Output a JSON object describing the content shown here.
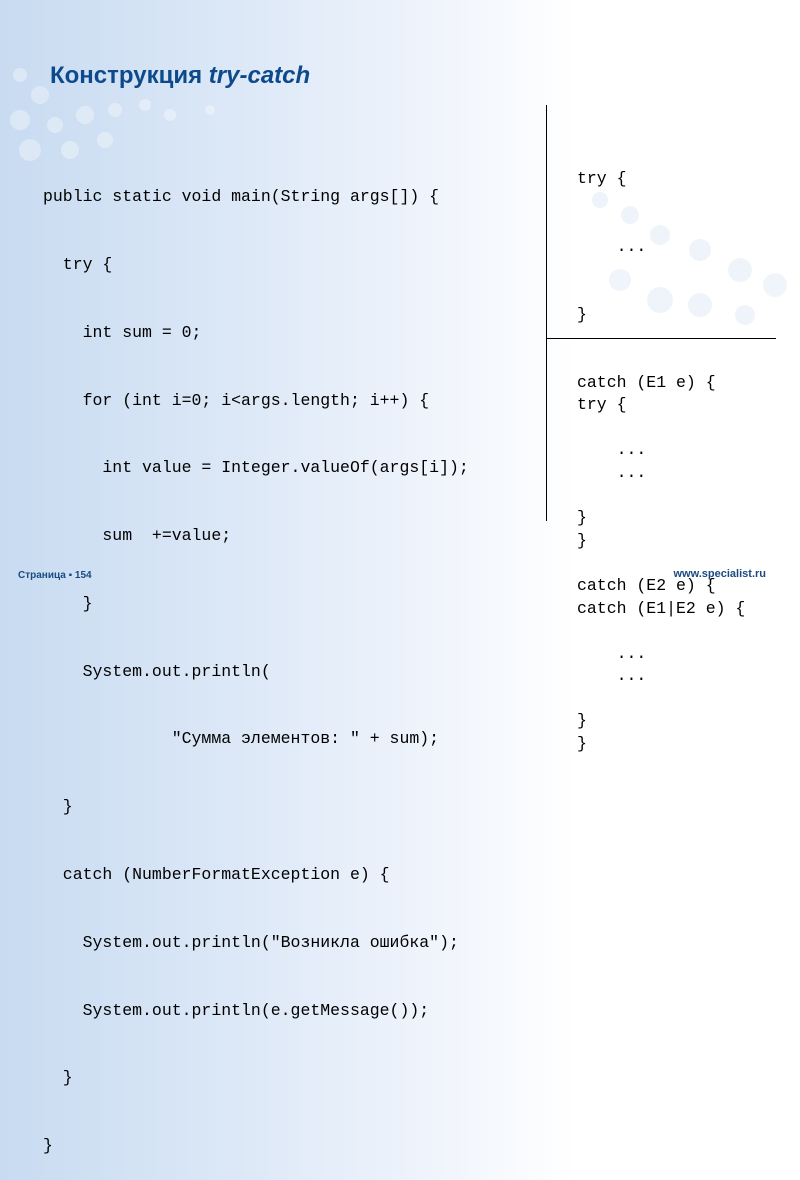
{
  "slide": {
    "title": {
      "prefix": "Конструкция ",
      "emphasis": "try-catch"
    },
    "main_code": [
      "public static void main(String args[]) {",
      "  try {",
      "    int sum = 0;",
      "    for (int i=0; i<args.length; i++) {",
      "      int value = Integer.valueOf(args[i]);",
      "      sum  +=value;",
      "    }",
      "    System.out.println(",
      "             \"Сумма элементов: \" + sum);",
      "  }",
      "  catch (NumberFormatException e) {",
      "    System.out.println(\"Возникла ошибка\");",
      "    System.out.println(e.getMessage());",
      "  }",
      "}"
    ],
    "side_code_multi_catch": [
      "try {",
      "    ...",
      "}",
      "catch (E1 e) {",
      "    ...",
      "}",
      "catch (E2 e) {",
      "    ...",
      "}"
    ],
    "side_code_union_catch": [
      "try {",
      "    ...",
      "}",
      "catch (E1|E2 e) {",
      "    ...",
      "}"
    ]
  },
  "footer": {
    "page_label": "Страница ▪ 154",
    "website": "www.specialist.ru"
  },
  "colors": {
    "title": "#0d4a8c",
    "footer_text": "#1a4a80",
    "code_text": "#000000",
    "bg_left": "#c8dbf1",
    "bg_right": "#ffffff"
  }
}
